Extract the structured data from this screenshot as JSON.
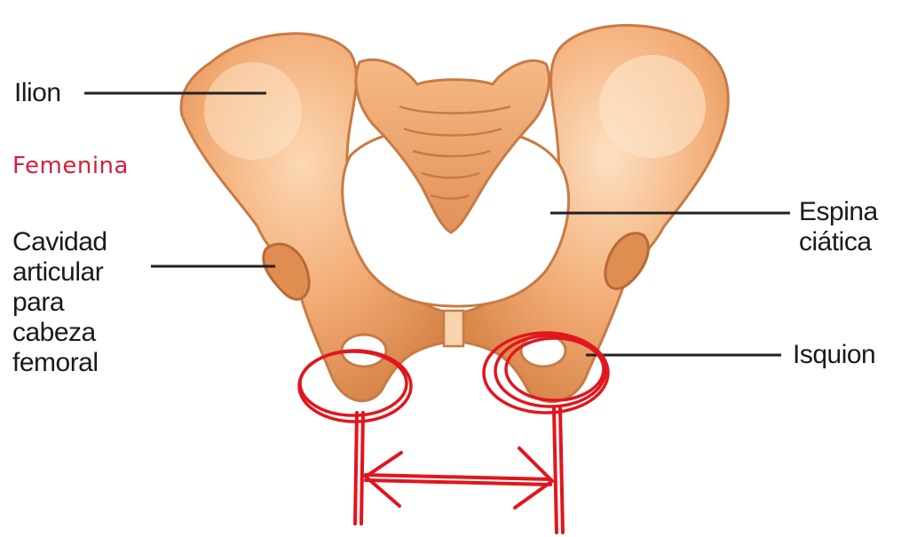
{
  "labels": {
    "ilion": "Ilion",
    "subtitle": "Femenina",
    "espina_line1": "Espina",
    "espina_line2": "ciática",
    "cavidad_line1": "Cavidad",
    "cavidad_line2": "articular",
    "cavidad_line3": "para",
    "cavidad_line4": "cabeza",
    "cavidad_line5": "femoral",
    "isquion": "Isquion"
  },
  "colors": {
    "bone": "#f0a66f",
    "bone_dark": "#c8763f",
    "bone_light": "#fbd3ad",
    "annotation_red": "#e1161d",
    "subtitle_red": "#d81e3a",
    "leader_line": "#222222"
  },
  "icons": {
    "pelvis": "pelvis-illustration",
    "arrow": "double-headed-arrow"
  }
}
